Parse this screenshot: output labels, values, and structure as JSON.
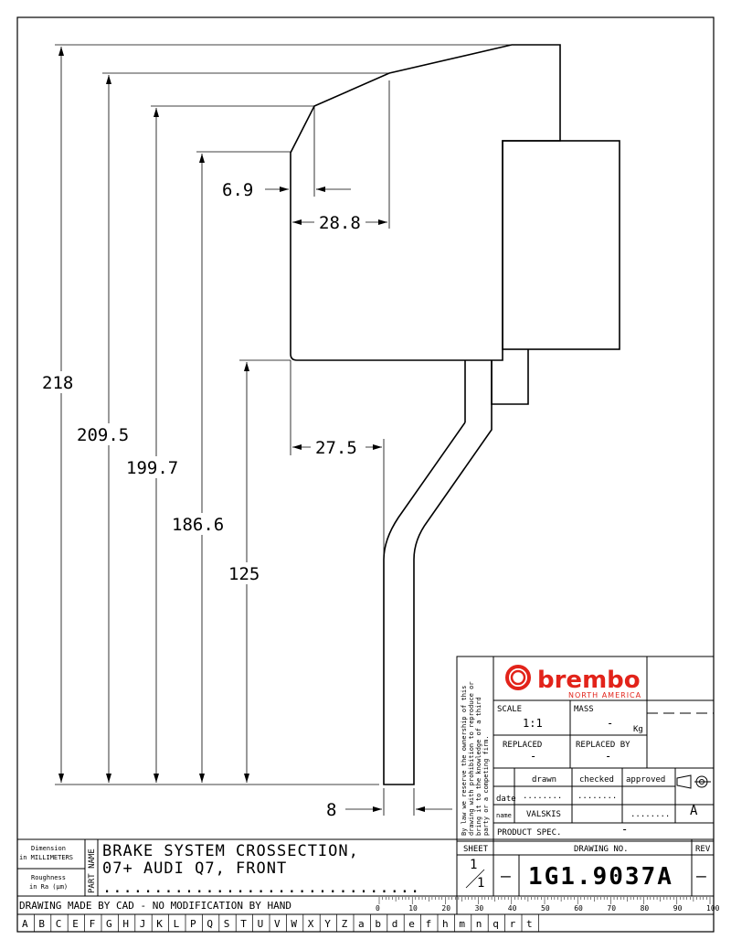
{
  "dimensions": {
    "d218": "218",
    "d209_5": "209.5",
    "d199_7": "199.7",
    "d186_6": "186.6",
    "d125": "125",
    "d6_9": "6.9",
    "d28_8": "28.8",
    "d27_5": "27.5",
    "d8": "8"
  },
  "title_block": {
    "brand_name": "brembo",
    "brand_sub": "NORTH AMERICA",
    "brand_color": "#e2231a",
    "scale_label": "SCALE",
    "scale_value": "1:1",
    "mass_label": "MASS",
    "mass_value": "-",
    "mass_unit": "Kg",
    "replaced_label": "REPLACED",
    "replaced_value": "-",
    "replaced_by_label": "REPLACED BY",
    "replaced_by_value": "-",
    "drawn_label": "drawn",
    "checked_label": "checked",
    "approved_label": "approved",
    "date_label": "date",
    "name_label": "name",
    "drawn_name": "VALSKIS",
    "dots": "........",
    "product_spec_label": "PRODUCT SPEC.",
    "product_spec_value": "-",
    "sheet_label": "SHEET",
    "sheet_num": "1",
    "sheet_total": "1",
    "sheet_dash": "–",
    "drawing_no_label": "DRAWING NO.",
    "drawing_no": "1G1.9037A",
    "rev_label": "REV",
    "rev_value": "–",
    "rev_mark": "A",
    "ownership_notice": [
      "By law we reserve the ownership of this",
      "drawing with prohibition to reproduce or",
      "bring it to the knowledge of a third",
      "party or a competing firm."
    ],
    "dimension_label_1": "Dimension",
    "dimension_label_2": "in MILLIMETERS",
    "roughness_label_1": "Roughness",
    "roughness_label_2": "in Ra (µm)",
    "part_name_label": "PART NAME",
    "part_name_line1": "BRAKE SYSTEM CROSSECTION,",
    "part_name_line2": "07+ AUDI Q7, FRONT",
    "part_name_dots": "...............................",
    "cad_notice": "DRAWING MADE BY CAD - NO MODIFICATION BY HAND",
    "ruler_labels": [
      "0",
      "10",
      "20",
      "30",
      "40",
      "50",
      "60",
      "70",
      "80",
      "90",
      "100"
    ],
    "grid_letters": [
      "A",
      "B",
      "C",
      "E",
      "F",
      "G",
      "H",
      "J",
      "K",
      "L",
      "P",
      "Q",
      "S",
      "T",
      "U",
      "V",
      "W",
      "X",
      "Y",
      "Z",
      "a",
      "b",
      "d",
      "e",
      "f",
      "h",
      "m",
      "n",
      "q",
      "r",
      "t"
    ]
  }
}
